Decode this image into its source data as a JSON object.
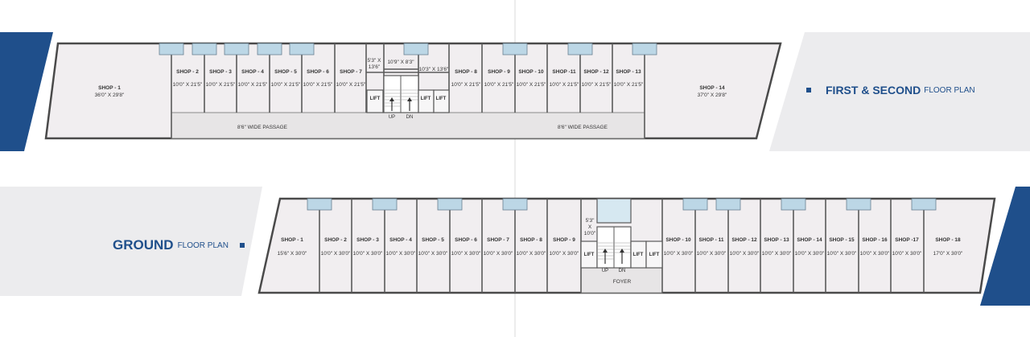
{
  "colors": {
    "accent_blue": "#1f4f8b",
    "panel_grey": "#ececee",
    "floor_fill": "#f1eef0",
    "passage_fill": "#e7e5e6",
    "wall": "#4a4a4a",
    "window": "#bcd7e6"
  },
  "first_floor": {
    "title_bold": "FIRST & SECOND",
    "title_light": "FLOOR PLAN",
    "shops": [
      {
        "label": "SHOP - 1",
        "size": "36'0\" X 29'8\""
      },
      {
        "label": "SHOP - 2",
        "size": "10'0\" X 21'5\""
      },
      {
        "label": "SHOP - 3",
        "size": "10'0\" X 21'5\""
      },
      {
        "label": "SHOP - 4",
        "size": "10'0\" X 21'5\""
      },
      {
        "label": "SHOP - 5",
        "size": "10'0\" X 21'5\""
      },
      {
        "label": "SHOP - 6",
        "size": "10'0\" X 21'5\""
      },
      {
        "label": "SHOP - 7",
        "size": "10'0\" X 21'5\""
      },
      {
        "label": "SHOP - 8",
        "size": "10'0\" X 21'5\""
      },
      {
        "label": "SHOP - 9",
        "size": "10'0\" X 21'5\""
      },
      {
        "label": "SHOP - 10",
        "size": "10'0\" X 21'5\""
      },
      {
        "label": "SHOP -11",
        "size": "10'0\" X 21'5\""
      },
      {
        "label": "SHOP - 12",
        "size": "10'0\" X 21'5\""
      },
      {
        "label": "SHOP - 13",
        "size": "10'0\" X 21'5\""
      },
      {
        "label": "SHOP - 14",
        "size": "37'0\" X 29'8\""
      }
    ],
    "passage_left": "8'6\" WIDE PASSAGE",
    "passage_right": "8'6\" WIDE PASSAGE",
    "core_size_a_line1": "5'3\" X",
    "core_size_a_line2": "13'6\"",
    "core_size_b": "10'9\" X 8'3\"",
    "core_size_c": "10'3\" X 13'6\"",
    "lift": "LIFT",
    "up": "UP",
    "dn": "DN"
  },
  "ground_floor": {
    "title_bold": "GROUND",
    "title_light": "FLOOR PLAN",
    "shops": [
      {
        "label": "SHOP - 1",
        "size": "15'6\" X 30'0\""
      },
      {
        "label": "SHOP - 2",
        "size": "10'0\" X 30'0\""
      },
      {
        "label": "SHOP - 3",
        "size": "10'0\" X 30'0\""
      },
      {
        "label": "SHOP - 4",
        "size": "10'0\" X 30'0\""
      },
      {
        "label": "SHOP - 5",
        "size": "10'0\" X 30'0\""
      },
      {
        "label": "SHOP - 6",
        "size": "10'0\" X 30'0\""
      },
      {
        "label": "SHOP - 7",
        "size": "10'0\" X 30'0\""
      },
      {
        "label": "SHOP - 8",
        "size": "10'0\" X 30'0\""
      },
      {
        "label": "SHOP - 9",
        "size": "10'0\" X 30'0\""
      },
      {
        "label": "SHOP - 10",
        "size": "10'0\" X 30'0\""
      },
      {
        "label": "SHOP - 11",
        "size": "10'0\" X 30'0\""
      },
      {
        "label": "SHOP - 12",
        "size": "10'0\" X 30'0\""
      },
      {
        "label": "SHOP - 13",
        "size": "10'0\" X 30'0\""
      },
      {
        "label": "SHOP - 14",
        "size": "10'0\" X 30'0\""
      },
      {
        "label": "SHOP - 15",
        "size": "10'0\" X 30'0\""
      },
      {
        "label": "SHOP - 16",
        "size": "10'0\" X 30'0\""
      },
      {
        "label": "SHOP -17",
        "size": "10'0\" X 30'0\""
      },
      {
        "label": "SHOP - 18",
        "size": "17'0\" X 30'0\""
      }
    ],
    "core_size_line1": "5'3\"",
    "core_size_line2": "X",
    "core_size_line3": "10'0\"",
    "lift": "LIFT",
    "up": "UP",
    "dn": "DN",
    "foyer": "FOYER"
  }
}
